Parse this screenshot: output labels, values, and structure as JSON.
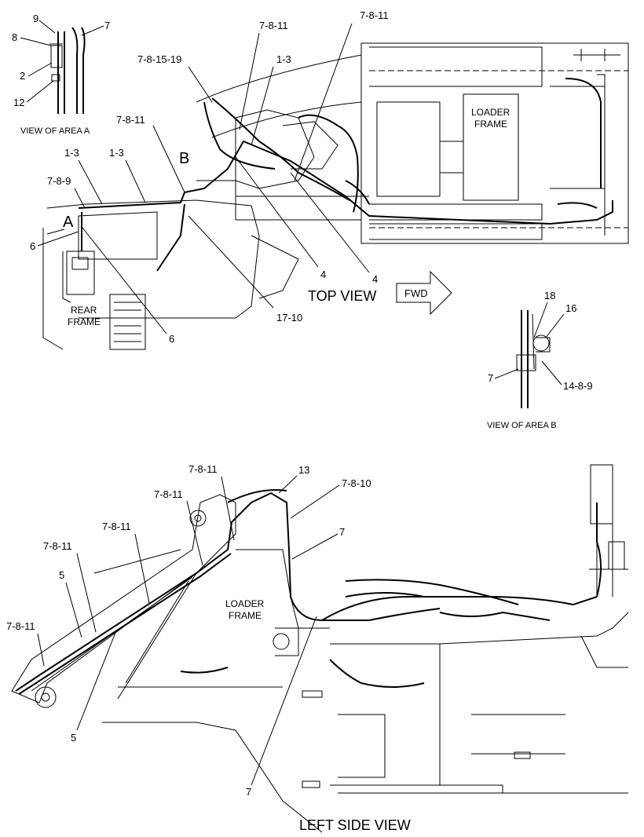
{
  "views": {
    "top_view": "TOP VIEW",
    "left_side_view": "LEFT SIDE VIEW",
    "view_area_a": "VIEW OF AREA A",
    "view_area_b": "VIEW OF AREA B"
  },
  "frames": {
    "loader_frame_top_line1": "LOADER",
    "loader_frame_top_line2": "FRAME",
    "rear_frame_line1": "REAR",
    "rear_frame_line2": "FRAME",
    "loader_frame_side_line1": "LOADER",
    "loader_frame_side_line2": "FRAME"
  },
  "fwd_arrow": "FWD",
  "area_letters": {
    "a": "A",
    "b": "B"
  },
  "callouts": {
    "area_a_9": "9",
    "area_a_7": "7",
    "area_a_8": "8",
    "area_a_2": "2",
    "area_a_12": "12",
    "top_7_8_11_a": "7-8-11",
    "top_7_8_11_b": "7-8-11",
    "top_7_8_15_19": "7-8-15-19",
    "top_1_3_a": "1-3",
    "top_7_8_11_c": "7-8-11",
    "top_1_3_b": "1-3",
    "top_1_3_c": "1-3",
    "top_7_8_9": "7-8-9",
    "top_6_a": "6",
    "top_6_b": "6",
    "top_4_a": "4",
    "top_4_b": "4",
    "top_17_10": "17-10",
    "area_b_18": "18",
    "area_b_16": "16",
    "area_b_7": "7",
    "area_b_14_8_9": "14-8-9",
    "side_7_8_11_a": "7-8-11",
    "side_13": "13",
    "side_7_8_10": "7-8-10",
    "side_7_8_11_b": "7-8-11",
    "side_7_8_11_c": "7-8-11",
    "side_7_8_11_d": "7-8-11",
    "side_7_8_11_e": "7-8-11",
    "side_7_a": "7",
    "side_5_a": "5",
    "side_5_b": "5",
    "side_7_b": "7"
  }
}
